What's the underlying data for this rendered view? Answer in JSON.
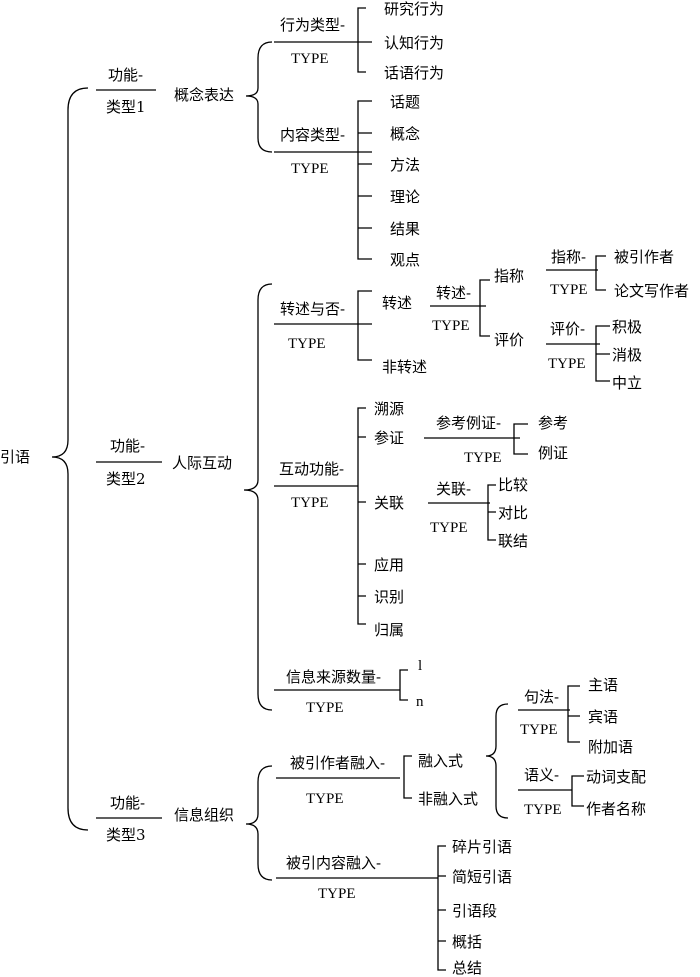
{
  "root": "引语",
  "type_word": "TYPE",
  "categories": {
    "c1": {
      "upper": "功能-",
      "lower": "类型1",
      "name": "概念表达",
      "behavior": {
        "upper": "行为类型-",
        "items": [
          "研究行为",
          "认知行为",
          "话语行为"
        ]
      },
      "content": {
        "upper": "内容类型-",
        "items": [
          "话题",
          "概念",
          "方法",
          "理论",
          "结果",
          "观点"
        ]
      }
    },
    "c2": {
      "upper": "功能-",
      "lower": "类型2",
      "name": "人际互动",
      "report": {
        "upper": "转述与否-",
        "yes": "转述",
        "no": "非转述",
        "sub": {
          "upper": "转述-",
          "refer": "指称",
          "evaluate": "评价",
          "refer_type": {
            "upper": "指称-",
            "items": [
              "被引作者",
              "论文写作者"
            ]
          },
          "eval_type": {
            "upper": "评价-",
            "items": [
              "积极",
              "消极",
              "中立"
            ]
          }
        }
      },
      "interact": {
        "upper": "互动功能-",
        "items": [
          "溯源",
          "参证",
          "关联",
          "应用",
          "识别",
          "归属"
        ],
        "ref_example": {
          "upper": "参考例证-",
          "items": [
            "参考",
            "例证"
          ]
        },
        "relate": {
          "upper": "关联-",
          "items": [
            "比较",
            "对比",
            "联结"
          ]
        }
      },
      "source": {
        "upper": "信息来源数量-",
        "items": [
          "l",
          "n"
        ]
      }
    },
    "c3": {
      "upper": "功能-",
      "lower": "类型3",
      "name": "信息组织",
      "author_int": {
        "upper": "被引作者融入-",
        "items": [
          "融入式",
          "非融入式"
        ],
        "syntax": {
          "upper": "句法-",
          "items": [
            "主语",
            "宾语",
            "附加语"
          ]
        },
        "semantic": {
          "upper": "语义-",
          "items": [
            "动词支配",
            "作者名称"
          ]
        }
      },
      "content_int": {
        "upper": "被引内容融入-",
        "items": [
          "碎片引语",
          "简短引语",
          "引语段",
          "概括",
          "总结"
        ]
      }
    }
  }
}
